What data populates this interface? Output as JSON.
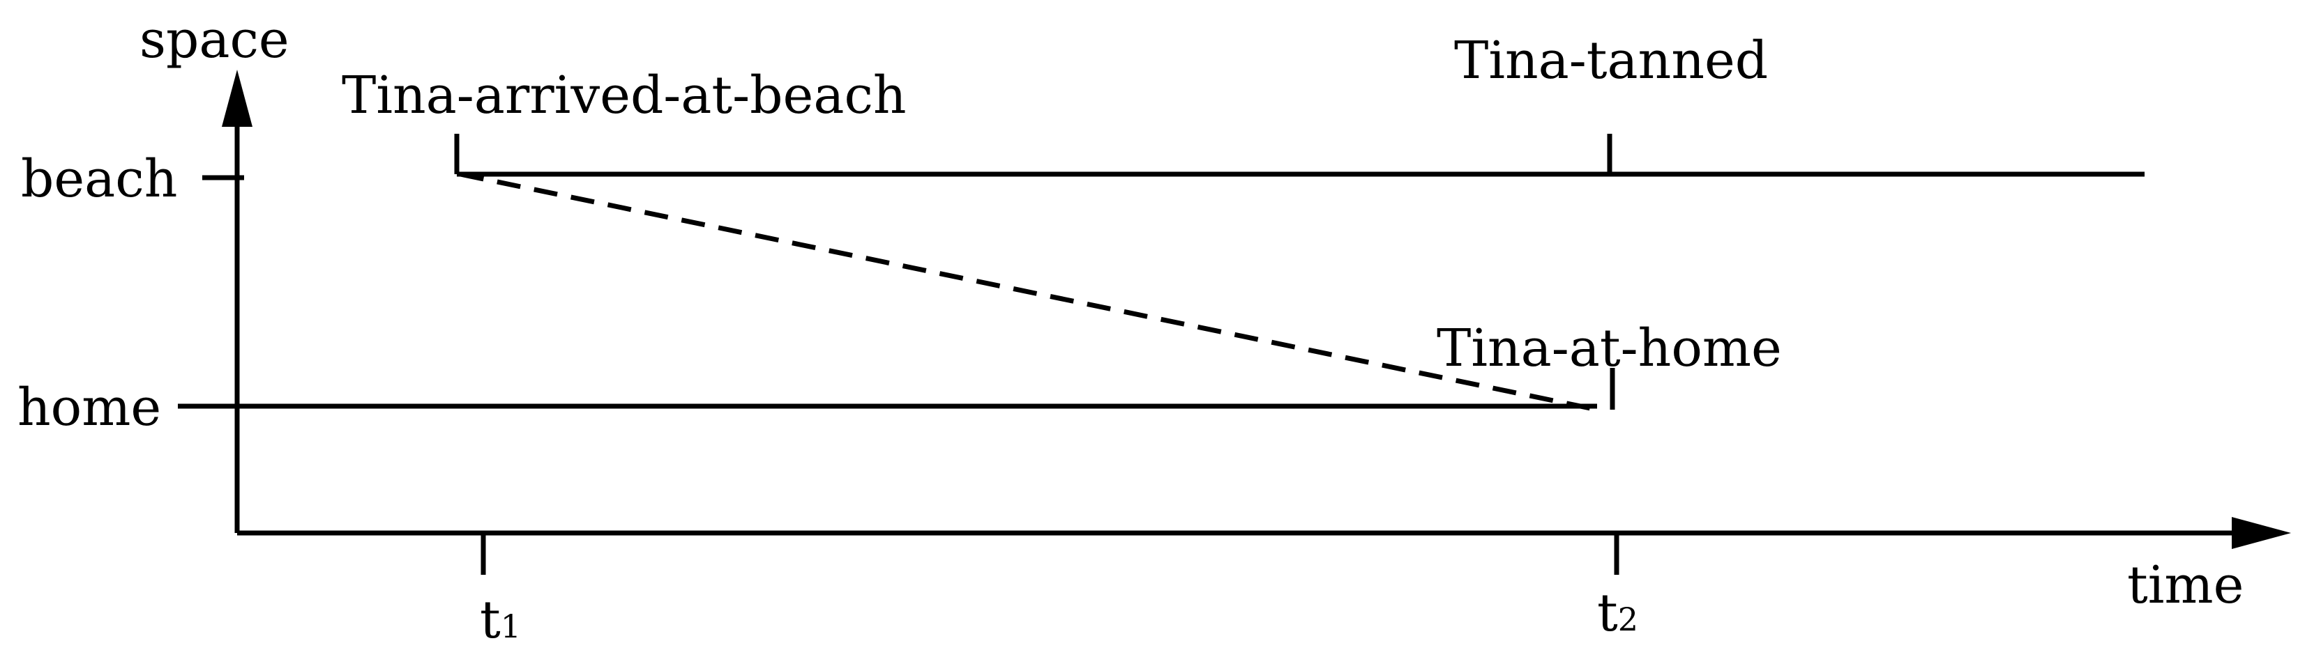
{
  "axes": {
    "y_label": "space",
    "x_label": "time",
    "y_ticks": [
      "beach",
      "home"
    ],
    "x_ticks": [
      {
        "base": "t",
        "sub": "1"
      },
      {
        "base": "t",
        "sub": "2"
      }
    ]
  },
  "events": {
    "arrived": "Tina-arrived-at-beach",
    "tanned": "Tina-tanned",
    "at_home": "Tina-at-home"
  }
}
